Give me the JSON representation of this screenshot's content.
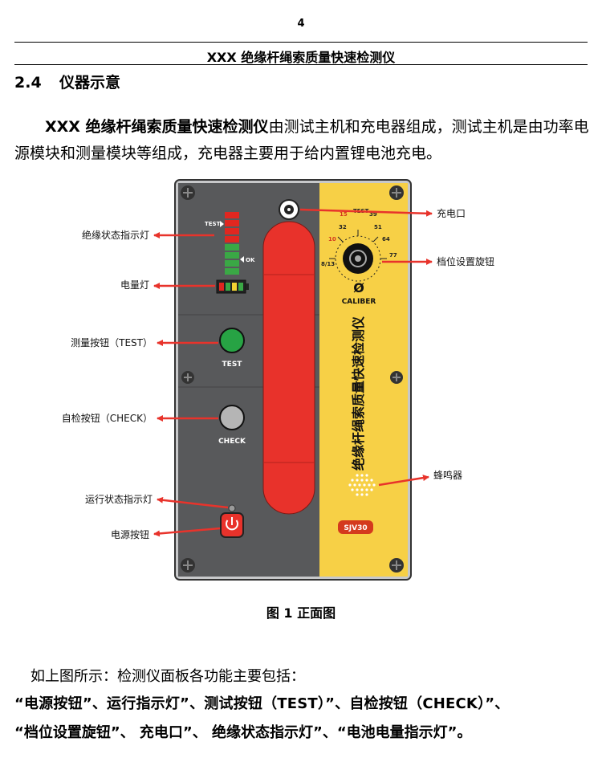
{
  "header": {
    "page_number": "4",
    "title": "XXX 绝缘杆绳索质量快速检测仪"
  },
  "section": {
    "number": "2.4",
    "title": "仪器示意"
  },
  "intro": {
    "bold_lead": "XXX 绝缘杆绳索质量快速检测仪",
    "rest": "由测试主机和充电器组成，测试主机是由功率电源模块和测量模块等组成，充电器主要用于给内置锂电池充电。"
  },
  "figure": {
    "caption": "图 1 正面图",
    "device": {
      "test_marker": "TEST",
      "ok_marker": "OK",
      "test_button_label": "TEST",
      "check_button_label": "CHECK",
      "caliber_symbol": "Ø",
      "caliber_label": "CALIBER",
      "vertical_name": "绝缘杆绳索质量快速检测仪",
      "model_badge": "SJV30",
      "dial_values": [
        "8/13",
        "10",
        "15",
        "32",
        "TEST",
        "39",
        "51",
        "64",
        "77"
      ]
    },
    "callouts": {
      "status_light": "绝缘状态指示灯",
      "battery_light": "电量灯",
      "test_button": "测量按钮（TEST）",
      "check_button": "自检按钮（CHECK）",
      "run_light": "运行状态指示灯",
      "power_button": "电源按钮",
      "charge_port": "充电口",
      "gear_knob": "档位设置旋钮",
      "buzzer": "蜂鸣器"
    }
  },
  "summary": {
    "line1": "如上图所示：检测仪面板各功能主要包括：",
    "line2": "“电源按钮”、运行指示灯”、测试按钮（TEST）”、自检按钮（CHECK）”、",
    "line3": "“档位设置旋钮”、 充电口”、 绝缘状态指示灯”、“电池电量指示灯”。"
  },
  "colors": {
    "panel_gray": "#58595b",
    "panel_yellow": "#f7d046",
    "window_red": "#e8322b",
    "arrow_red": "#e8332b",
    "led_green": "#3aa845",
    "test_button_green": "#27a344"
  }
}
